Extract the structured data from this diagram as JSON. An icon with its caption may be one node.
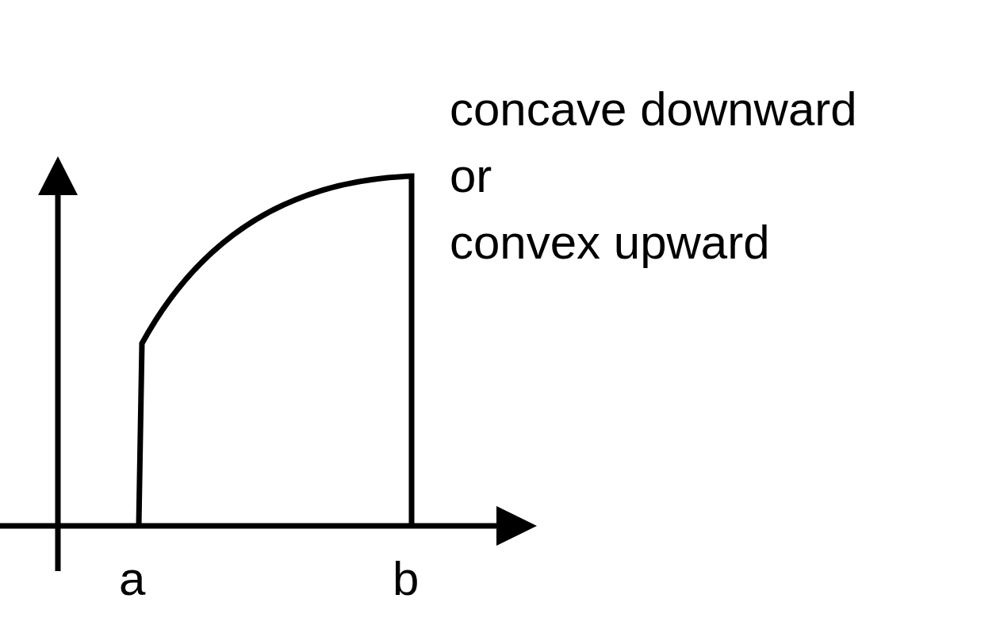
{
  "diagram": {
    "labels": [
      "concave downward or convex upward",
      "a",
      "b"
    ]
  }
}
